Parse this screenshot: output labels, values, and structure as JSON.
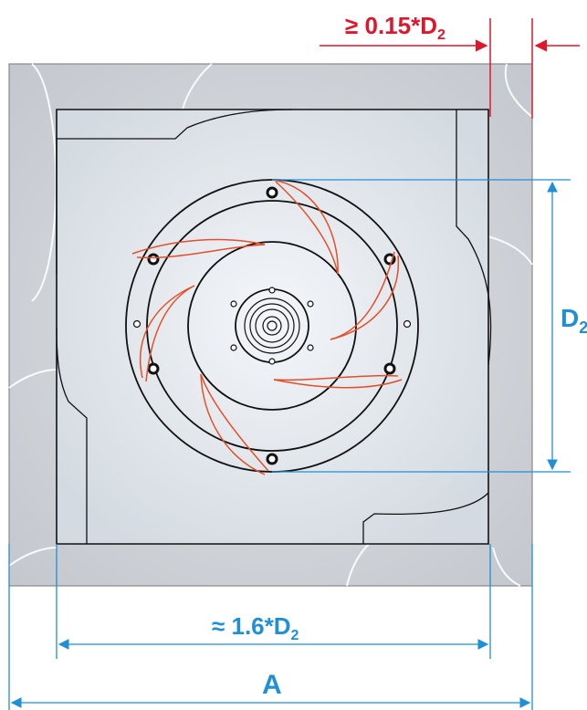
{
  "dimensions": {
    "clearance": {
      "prefix": "≥ 0.15*D",
      "sub": "2"
    },
    "diameter": {
      "prefix": "D",
      "sub": "2"
    },
    "inner_width": {
      "prefix": "≈ 1.6*D",
      "sub": "2"
    },
    "outer_width": {
      "text": "A"
    }
  },
  "colors": {
    "housing": "#c8ccd2",
    "plate": "#d7dde3",
    "plate_center": "#f2f5f8",
    "outline": "#111111",
    "blades": "#e2502a",
    "blue_dims": "#1f8fd6",
    "red_dims": "#e0162b"
  }
}
